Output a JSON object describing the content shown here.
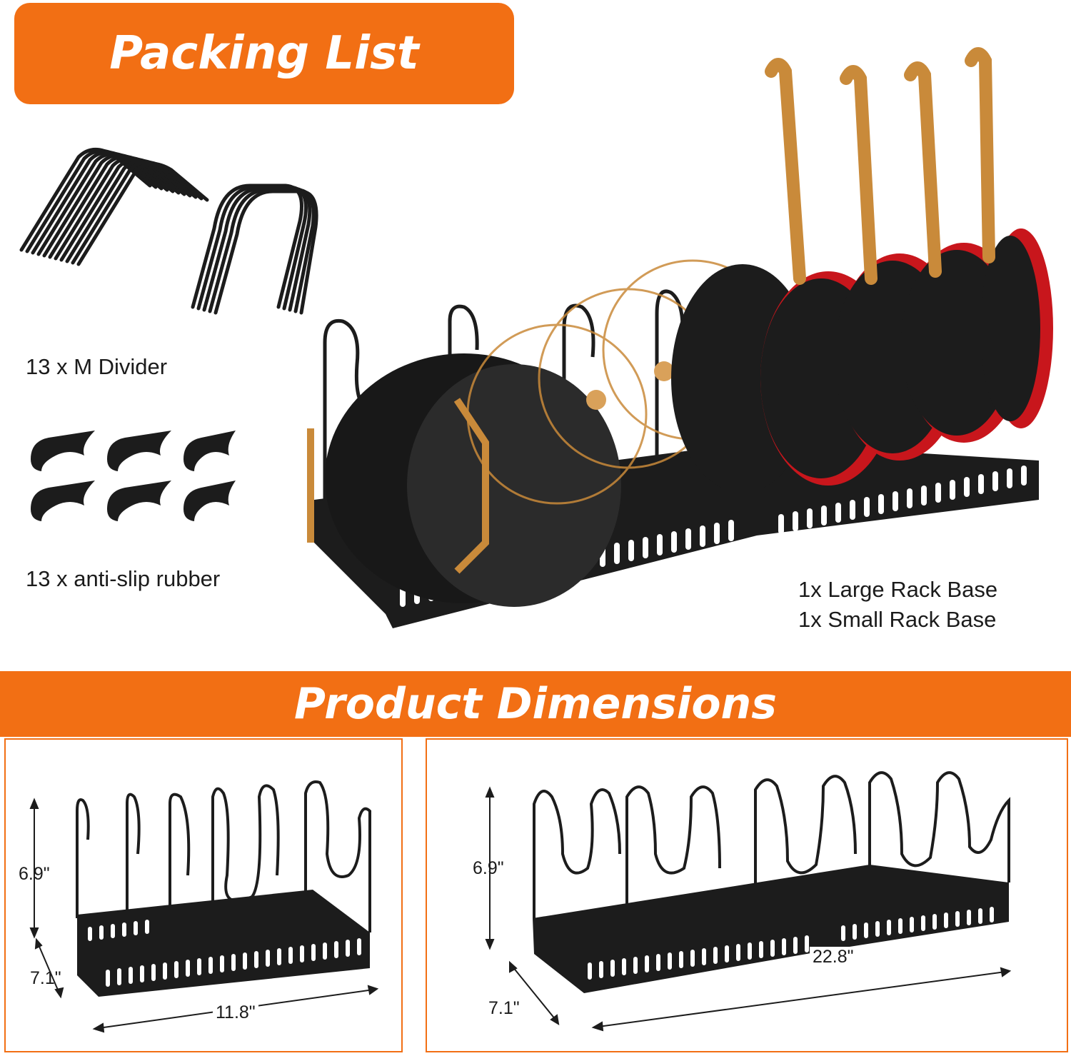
{
  "packing_section": {
    "title": "Packing List",
    "items": [
      {
        "label": "13 x M Divider"
      },
      {
        "label": "13 x anti-slip rubber"
      },
      {
        "label": "1x Large Rack Base"
      },
      {
        "label": "1x Small Rack Base"
      }
    ]
  },
  "dimensions_section": {
    "title": "Product Dimensions",
    "small_rack": {
      "height": "6.9\"",
      "depth": "7.1\"",
      "length": "11.8\""
    },
    "large_rack": {
      "height": "6.9\"",
      "depth": "7.1\"",
      "length": "22.8\""
    }
  },
  "colors": {
    "accent": "#f26f14",
    "rack": "#1c1c1c",
    "pan_red": "#c8161c",
    "handle_gold": "#c98a3a"
  }
}
